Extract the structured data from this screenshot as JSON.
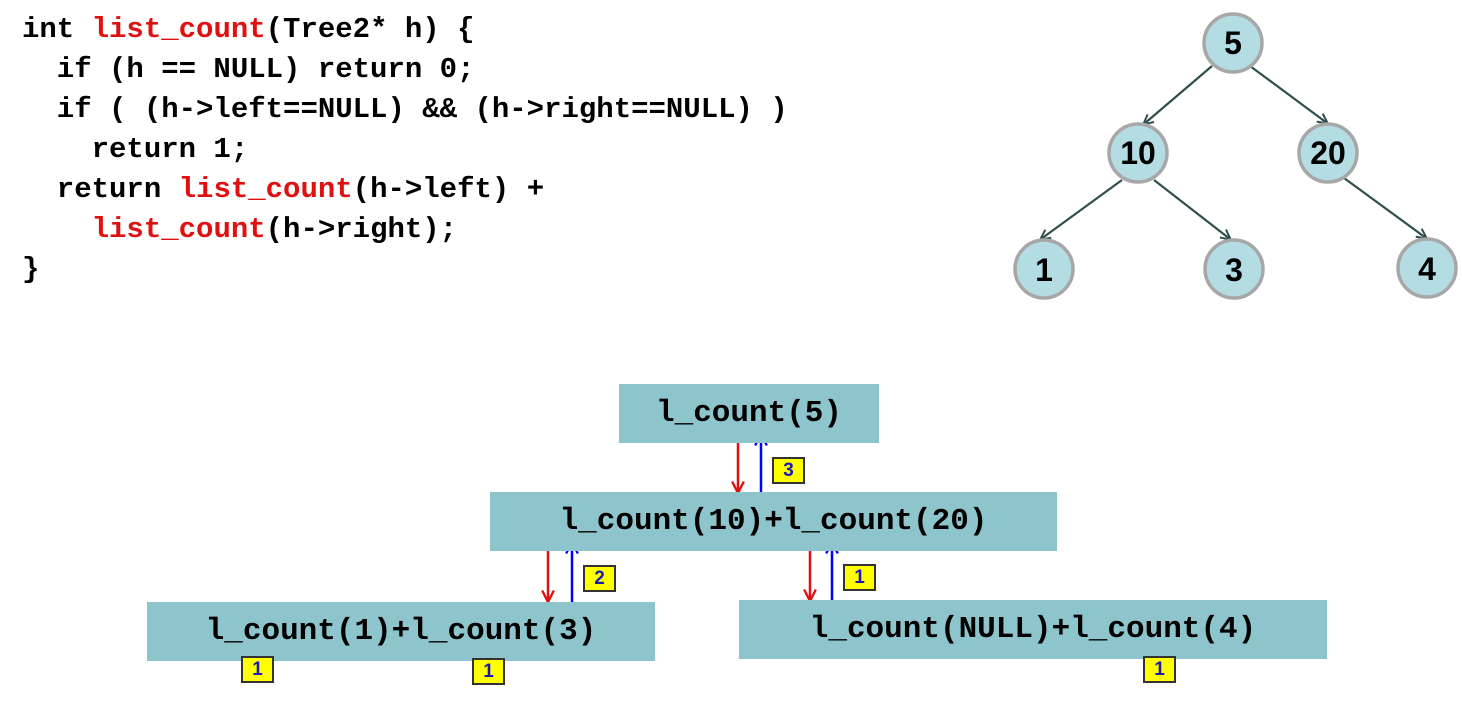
{
  "code": {
    "lines": [
      [
        {
          "t": "int "
        },
        {
          "t": "list_count",
          "red": true
        },
        {
          "t": "(Tree2* h) {"
        }
      ],
      [
        {
          "t": "  if (h == NULL) return 0;"
        }
      ],
      [
        {
          "t": "  if ( (h->left==NULL) && (h->right==NULL) )"
        }
      ],
      [
        {
          "t": "    return 1;"
        }
      ],
      [
        {
          "t": "  return "
        },
        {
          "t": "list_count",
          "red": true
        },
        {
          "t": "(h->left) +"
        }
      ],
      [
        {
          "t": "    "
        },
        {
          "t": "list_count",
          "red": true
        },
        {
          "t": "(h->right);"
        }
      ],
      [
        {
          "t": "}"
        }
      ]
    ]
  },
  "tree": {
    "nodes": [
      {
        "id": "n5",
        "label": "5"
      },
      {
        "id": "n10",
        "label": "10"
      },
      {
        "id": "n20",
        "label": "20"
      },
      {
        "id": "n1",
        "label": "1"
      },
      {
        "id": "n3",
        "label": "3"
      },
      {
        "id": "n4",
        "label": "4"
      }
    ]
  },
  "calls": {
    "root": "l_count(5)",
    "level1": "l_count(10)+l_count(20)",
    "left": "l_count(1)+l_count(3)",
    "right": "l_count(NULL)+l_count(4)"
  },
  "badges": {
    "root_return": "3",
    "left_return": "2",
    "right_return": "1",
    "l_count_1": "1",
    "l_count_3": "1",
    "l_count_4": "1"
  },
  "colors": {
    "call_arrow": "#e01010",
    "return_arrow": "#0000ff",
    "box_fill": "#8ec5cc",
    "node_fill": "#b3dde2",
    "badge_fill": "#ffff00"
  }
}
